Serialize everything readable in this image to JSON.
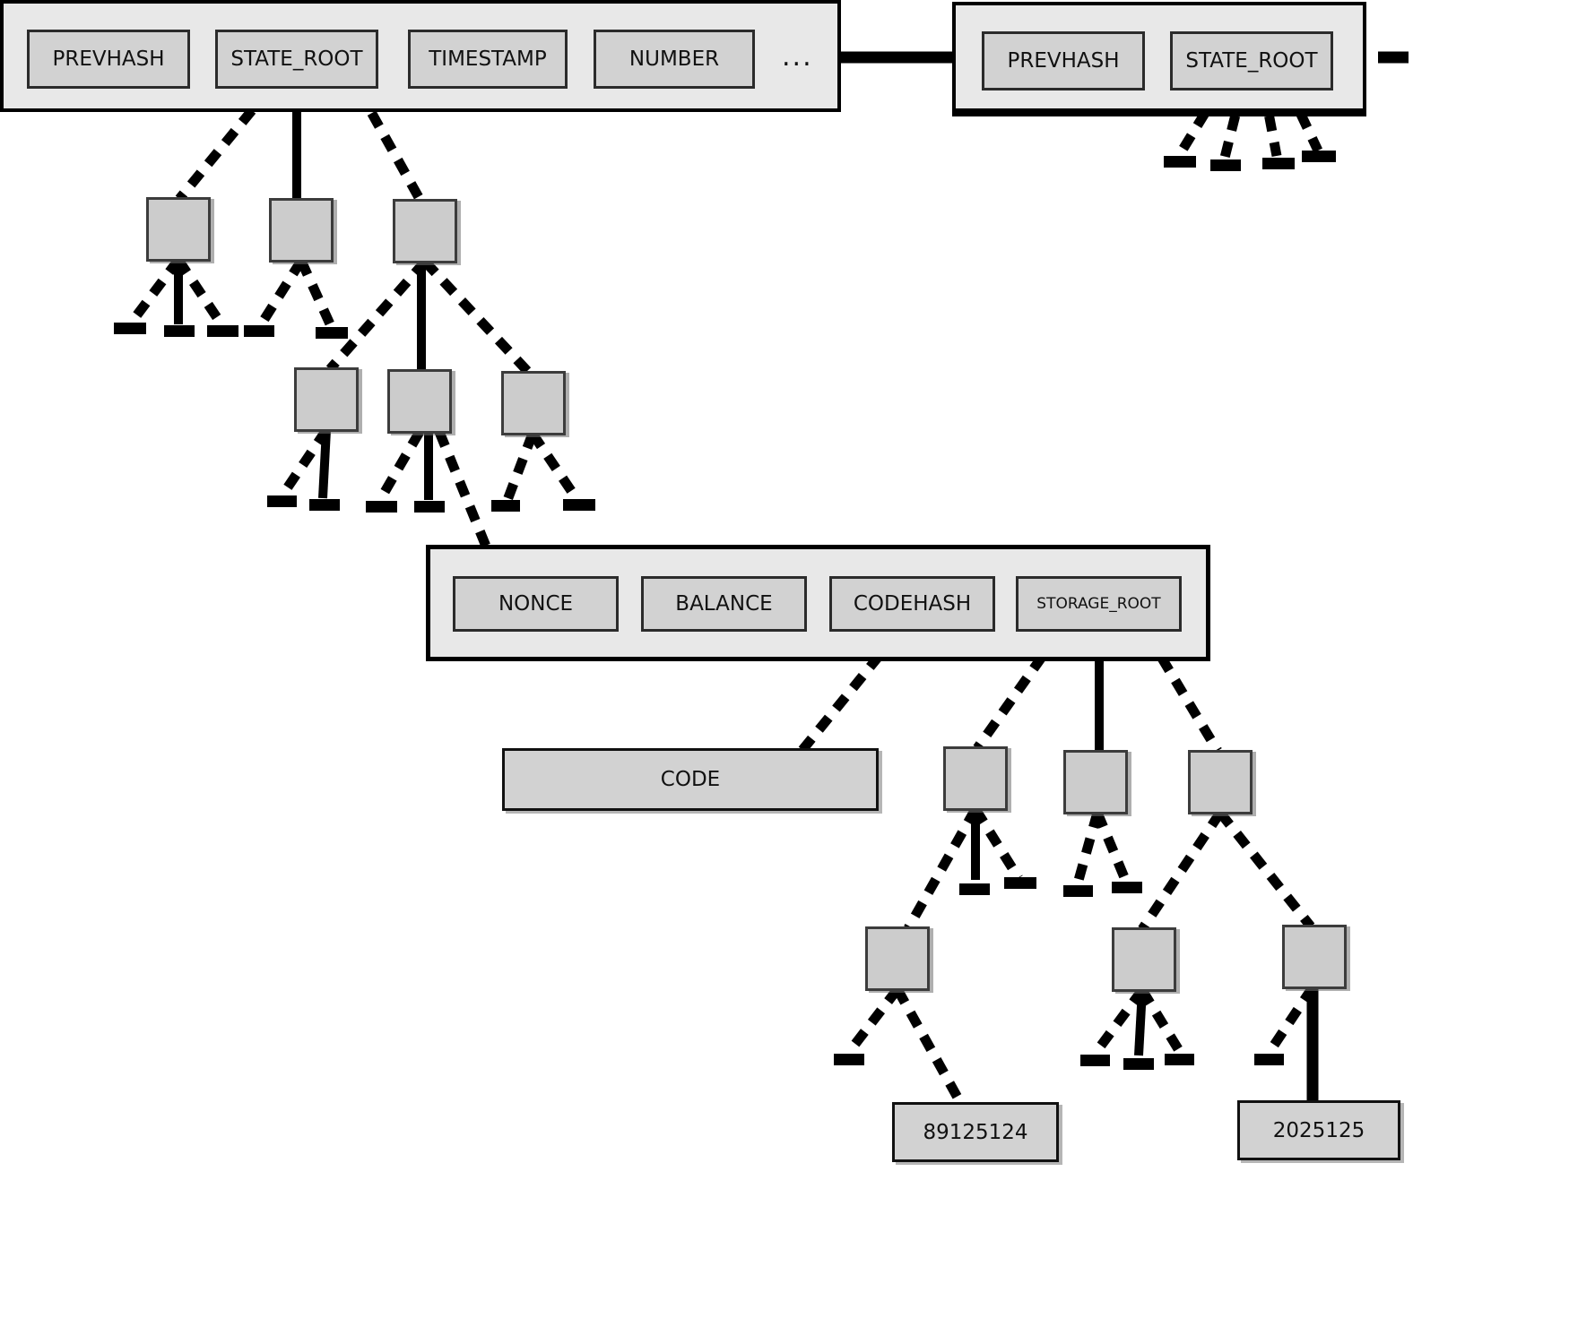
{
  "diagram": {
    "block1": {
      "fields": [
        {
          "label": "PREVHASH"
        },
        {
          "label": "STATE_ROOT"
        },
        {
          "label": "TIMESTAMP"
        },
        {
          "label": "NUMBER"
        }
      ],
      "ellipsis": "..."
    },
    "block2": {
      "fields": [
        {
          "label": "PREVHASH"
        },
        {
          "label": "STATE_ROOT"
        }
      ]
    },
    "account": {
      "fields": [
        {
          "label": "NONCE"
        },
        {
          "label": "BALANCE"
        },
        {
          "label": "CODEHASH"
        },
        {
          "label": "STORAGE_ROOT"
        }
      ]
    },
    "code_box": {
      "label": "CODE"
    },
    "leaf_values": [
      {
        "value": "89125124"
      },
      {
        "value": "2025125"
      }
    ],
    "colors": {
      "block_fill": "#e8e8e8",
      "field_fill": "#d2d2d2",
      "node_fill": "#cccccc",
      "line": "#000000"
    }
  }
}
